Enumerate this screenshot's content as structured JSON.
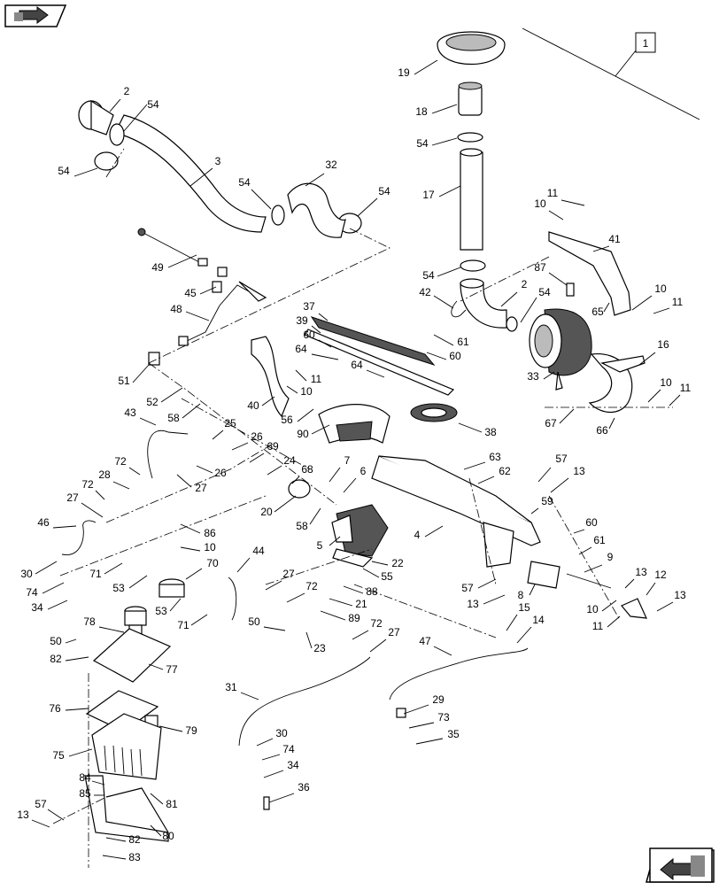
{
  "toolbar": {
    "nav_top_icon": "arrow-right-icon",
    "nav_bottom_icon": "arrow-left-icon"
  },
  "assembly_ref": "1",
  "callouts": [
    {
      "id": "c1",
      "text": "2"
    },
    {
      "id": "c2",
      "text": "54"
    },
    {
      "id": "c3",
      "text": "54"
    },
    {
      "id": "c4",
      "text": "3"
    },
    {
      "id": "c5",
      "text": "54"
    },
    {
      "id": "c6",
      "text": "32"
    },
    {
      "id": "c7",
      "text": "54"
    },
    {
      "id": "c8",
      "text": "19"
    },
    {
      "id": "c9",
      "text": "18"
    },
    {
      "id": "c10",
      "text": "54"
    },
    {
      "id": "c11",
      "text": "17"
    },
    {
      "id": "c12",
      "text": "11"
    },
    {
      "id": "c13",
      "text": "10"
    },
    {
      "id": "c14",
      "text": "41"
    },
    {
      "id": "c15",
      "text": "49"
    },
    {
      "id": "c16",
      "text": "45"
    },
    {
      "id": "c17",
      "text": "48"
    },
    {
      "id": "c18",
      "text": "54"
    },
    {
      "id": "c19",
      "text": "42"
    },
    {
      "id": "c20",
      "text": "2"
    },
    {
      "id": "c21",
      "text": "87"
    },
    {
      "id": "c22",
      "text": "54"
    },
    {
      "id": "c23",
      "text": "65"
    },
    {
      "id": "c24",
      "text": "10"
    },
    {
      "id": "c25",
      "text": "11"
    },
    {
      "id": "c26",
      "text": "37"
    },
    {
      "id": "c27",
      "text": "39"
    },
    {
      "id": "c28",
      "text": "60"
    },
    {
      "id": "c29",
      "text": "61"
    },
    {
      "id": "c30",
      "text": "60"
    },
    {
      "id": "c31",
      "text": "64"
    },
    {
      "id": "c32",
      "text": "64"
    },
    {
      "id": "c33",
      "text": "11"
    },
    {
      "id": "c34",
      "text": "10"
    },
    {
      "id": "c35",
      "text": "16"
    },
    {
      "id": "c36",
      "text": "33"
    },
    {
      "id": "c37",
      "text": "10"
    },
    {
      "id": "c38",
      "text": "11"
    },
    {
      "id": "c39",
      "text": "51"
    },
    {
      "id": "c40",
      "text": "40"
    },
    {
      "id": "c41",
      "text": "52"
    },
    {
      "id": "c42",
      "text": "58"
    },
    {
      "id": "c43",
      "text": "56"
    },
    {
      "id": "c44",
      "text": "90"
    },
    {
      "id": "c45",
      "text": "67"
    },
    {
      "id": "c46",
      "text": "66"
    },
    {
      "id": "c47",
      "text": "43"
    },
    {
      "id": "c48",
      "text": "25"
    },
    {
      "id": "c49",
      "text": "26"
    },
    {
      "id": "c50",
      "text": "69"
    },
    {
      "id": "c51",
      "text": "38"
    },
    {
      "id": "c52",
      "text": "72"
    },
    {
      "id": "c53",
      "text": "28"
    },
    {
      "id": "c54",
      "text": "26"
    },
    {
      "id": "c55",
      "text": "24"
    },
    {
      "id": "c56",
      "text": "68"
    },
    {
      "id": "c57",
      "text": "7"
    },
    {
      "id": "c58",
      "text": "6"
    },
    {
      "id": "c59",
      "text": "63"
    },
    {
      "id": "c60",
      "text": "62"
    },
    {
      "id": "c61",
      "text": "57"
    },
    {
      "id": "c62",
      "text": "13"
    },
    {
      "id": "c63",
      "text": "72"
    },
    {
      "id": "c64",
      "text": "27"
    },
    {
      "id": "c65",
      "text": "27"
    },
    {
      "id": "c66",
      "text": "20"
    },
    {
      "id": "c67",
      "text": "58"
    },
    {
      "id": "c68",
      "text": "59"
    },
    {
      "id": "c69",
      "text": "46"
    },
    {
      "id": "c70",
      "text": "86"
    },
    {
      "id": "c71",
      "text": "10"
    },
    {
      "id": "c72",
      "text": "5"
    },
    {
      "id": "c73",
      "text": "4"
    },
    {
      "id": "c74",
      "text": "60"
    },
    {
      "id": "c75",
      "text": "61"
    },
    {
      "id": "c76",
      "text": "30"
    },
    {
      "id": "c77",
      "text": "71"
    },
    {
      "id": "c78",
      "text": "70"
    },
    {
      "id": "c79",
      "text": "44"
    },
    {
      "id": "c80",
      "text": "22"
    },
    {
      "id": "c81",
      "text": "55"
    },
    {
      "id": "c82",
      "text": "9"
    },
    {
      "id": "c83",
      "text": "74"
    },
    {
      "id": "c84",
      "text": "53"
    },
    {
      "id": "c85",
      "text": "27"
    },
    {
      "id": "c86",
      "text": "72"
    },
    {
      "id": "c87",
      "text": "88"
    },
    {
      "id": "c88",
      "text": "57"
    },
    {
      "id": "c89",
      "text": "8"
    },
    {
      "id": "c90",
      "text": "13"
    },
    {
      "id": "c91",
      "text": "12"
    },
    {
      "id": "c92",
      "text": "34"
    },
    {
      "id": "c93",
      "text": "53"
    },
    {
      "id": "c94",
      "text": "71"
    },
    {
      "id": "c95",
      "text": "21"
    },
    {
      "id": "c96",
      "text": "89"
    },
    {
      "id": "c97",
      "text": "13"
    },
    {
      "id": "c98",
      "text": "15"
    },
    {
      "id": "c99",
      "text": "14"
    },
    {
      "id": "c100",
      "text": "10"
    },
    {
      "id": "c101",
      "text": "11"
    },
    {
      "id": "c102",
      "text": "13"
    },
    {
      "id": "c103",
      "text": "50"
    },
    {
      "id": "c104",
      "text": "72"
    },
    {
      "id": "c105",
      "text": "78"
    },
    {
      "id": "c106",
      "text": "27"
    },
    {
      "id": "c107",
      "text": "23"
    },
    {
      "id": "c108",
      "text": "47"
    },
    {
      "id": "c109",
      "text": "50"
    },
    {
      "id": "c110",
      "text": "82"
    },
    {
      "id": "c111",
      "text": "77"
    },
    {
      "id": "c112",
      "text": "31"
    },
    {
      "id": "c113",
      "text": "76"
    },
    {
      "id": "c114",
      "text": "79"
    },
    {
      "id": "c115",
      "text": "29"
    },
    {
      "id": "c116",
      "text": "73"
    },
    {
      "id": "c117",
      "text": "35"
    },
    {
      "id": "c118",
      "text": "30"
    },
    {
      "id": "c119",
      "text": "74"
    },
    {
      "id": "c120",
      "text": "75"
    },
    {
      "id": "c121",
      "text": "34"
    },
    {
      "id": "c122",
      "text": "84"
    },
    {
      "id": "c123",
      "text": "85"
    },
    {
      "id": "c124",
      "text": "36"
    },
    {
      "id": "c125",
      "text": "81"
    },
    {
      "id": "c126",
      "text": "57"
    },
    {
      "id": "c127",
      "text": "13"
    },
    {
      "id": "c128",
      "text": "82"
    },
    {
      "id": "c129",
      "text": "80"
    },
    {
      "id": "c130",
      "text": "83"
    }
  ]
}
